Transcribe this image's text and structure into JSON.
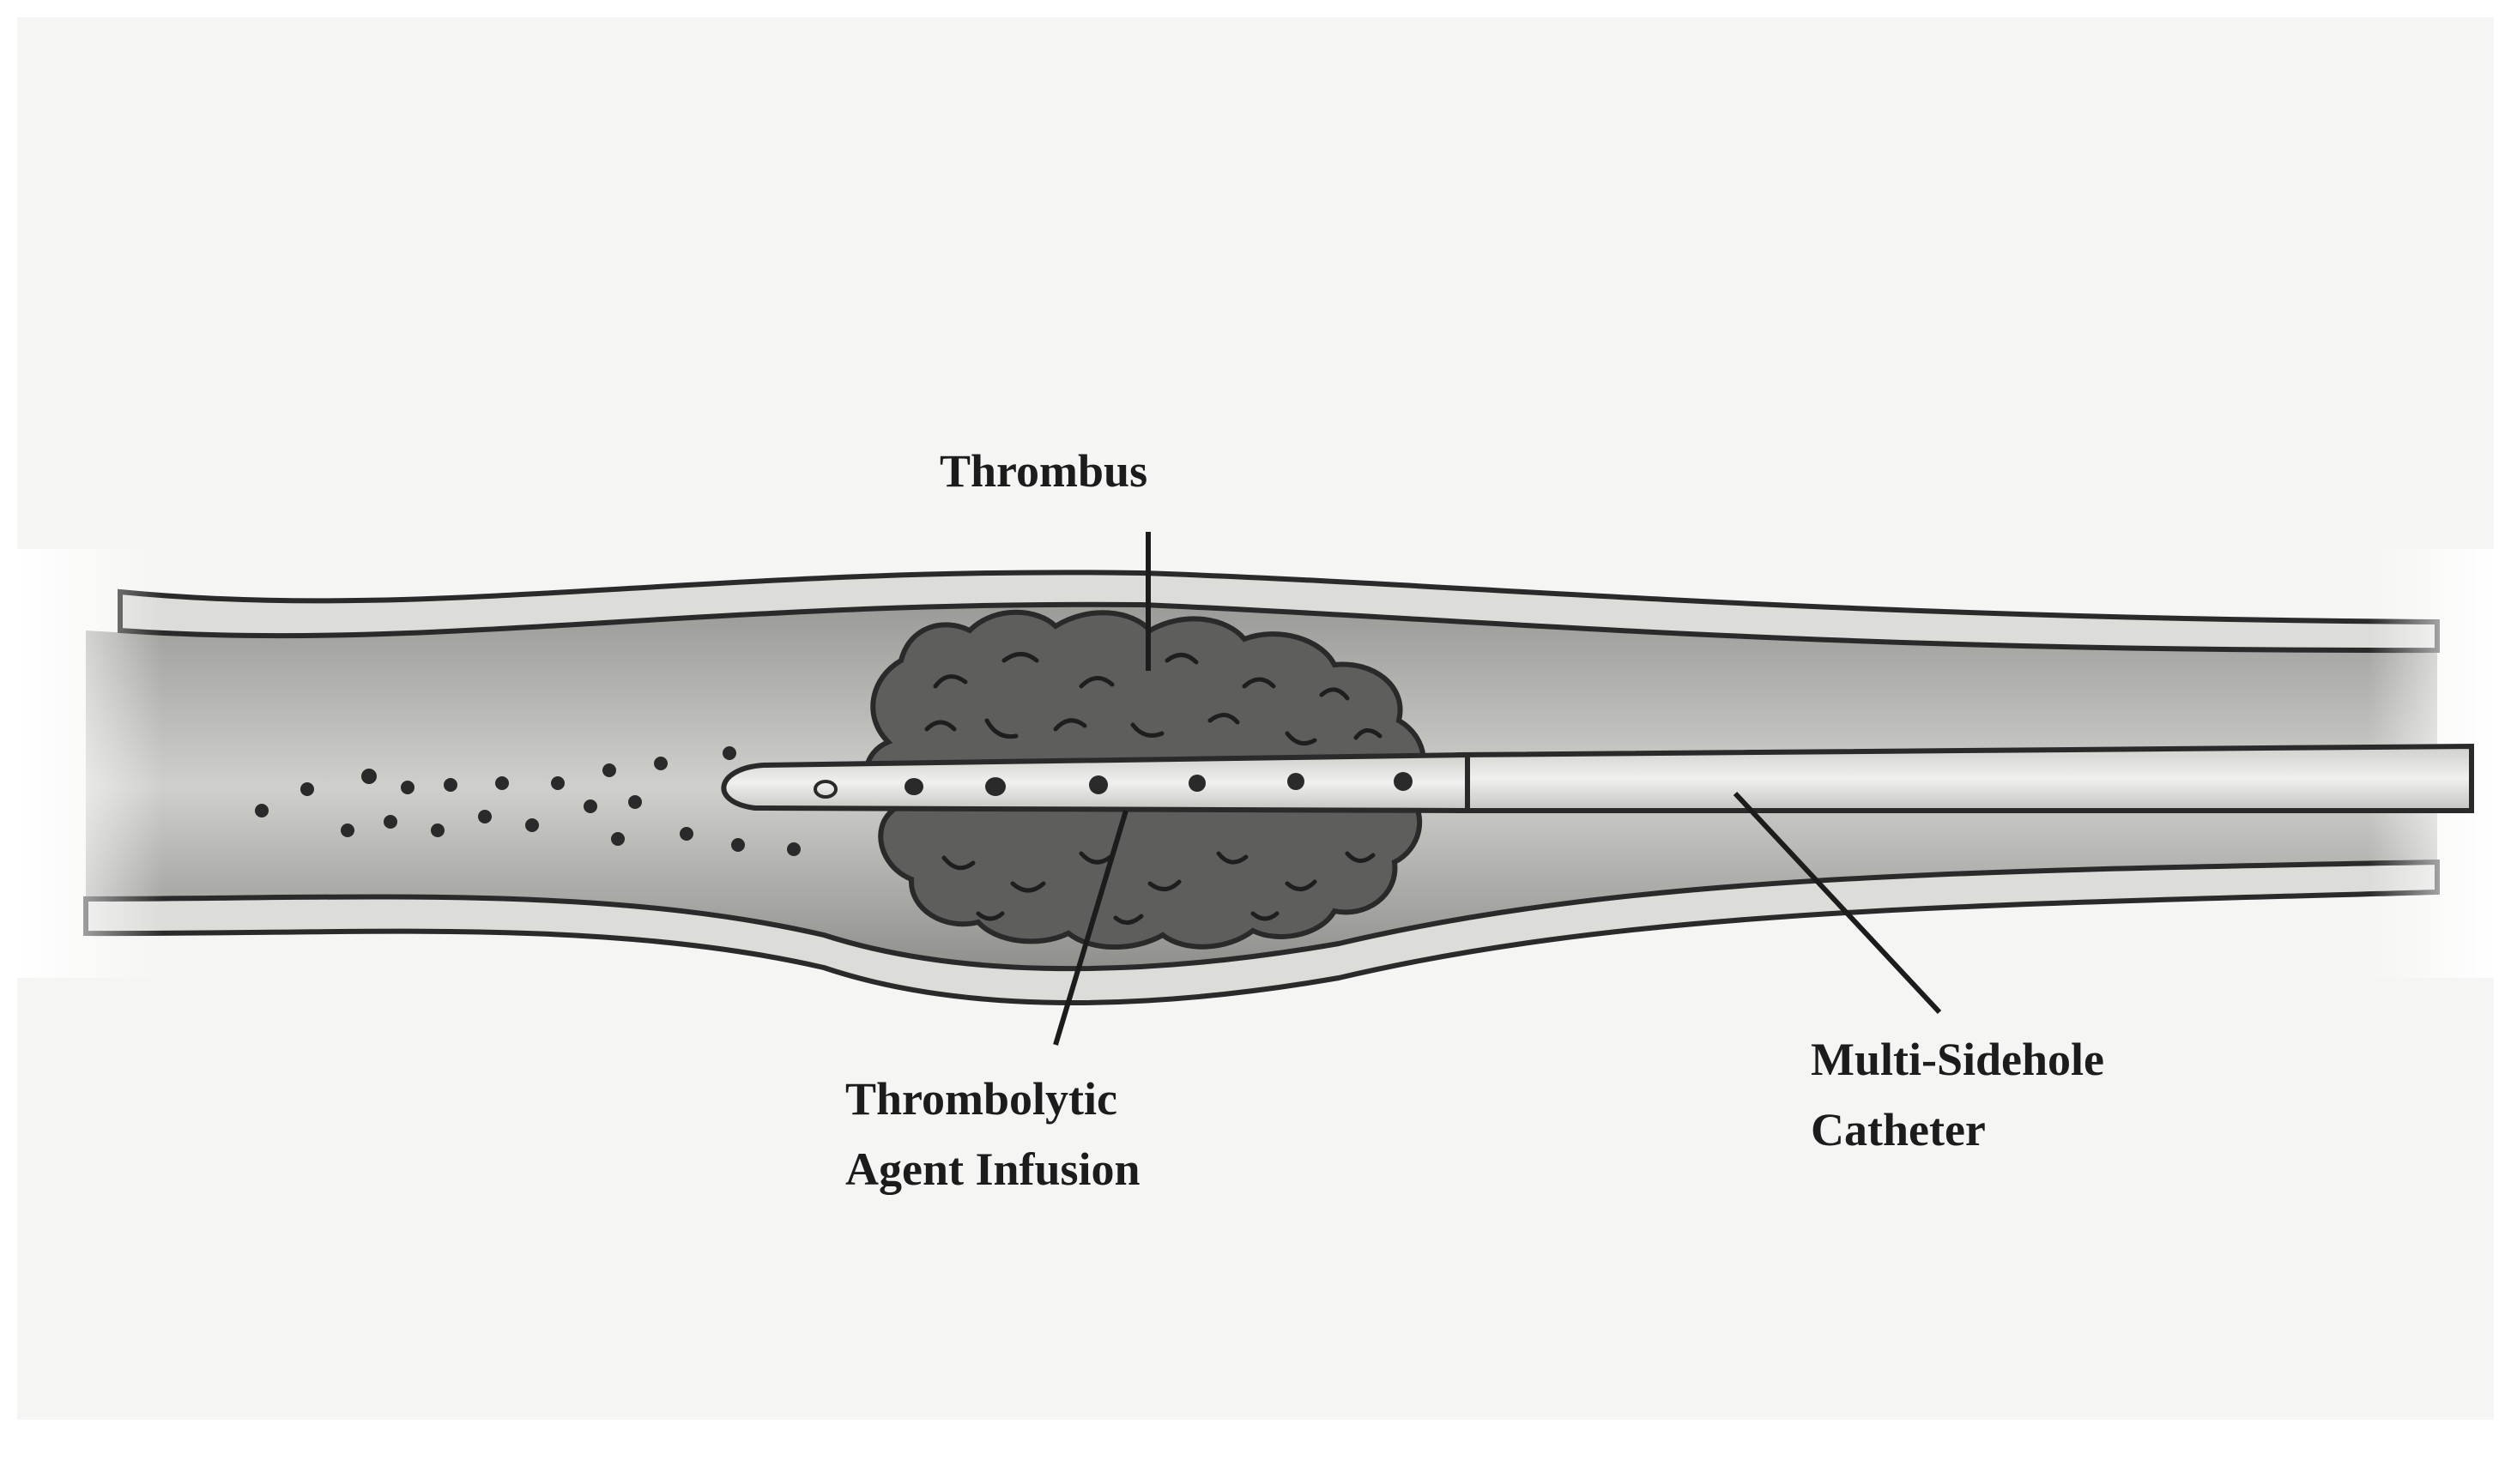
{
  "labels": {
    "thrombus": "Thrombus",
    "infusion_line1": "Thrombolytic",
    "infusion_line2": "Agent Infusion",
    "catheter_line1": "Multi-Sidehole",
    "catheter_line2": "Catheter"
  },
  "colors": {
    "background": "#f4f4f2",
    "vessel_wall": "#d9d9d6",
    "lumen": "#b4b4b1",
    "thrombus": "#5e5e5c",
    "catheter": "#e2e2e0",
    "outline": "#2a2a2a"
  }
}
